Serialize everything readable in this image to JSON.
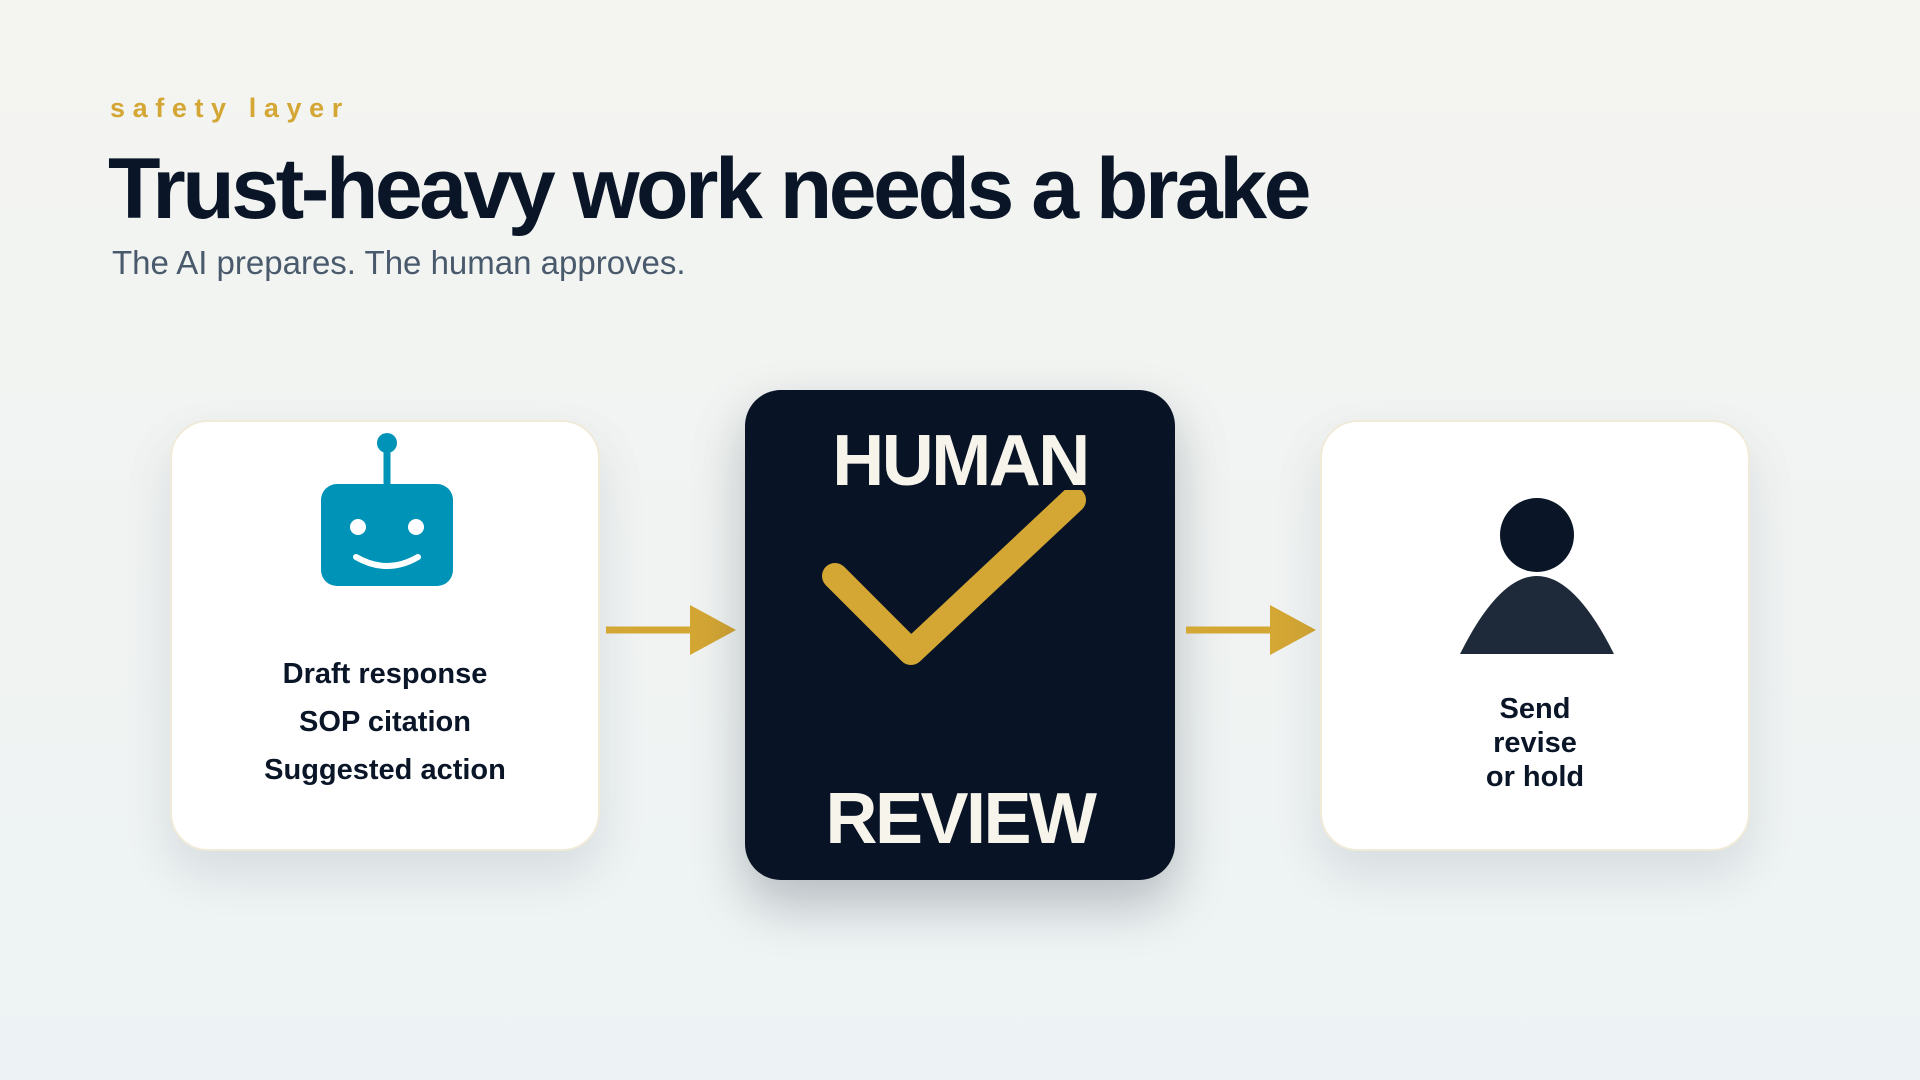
{
  "header": {
    "eyebrow": "safety layer",
    "title": "Trust-heavy work needs a brake",
    "subtitle": "The AI prepares. The human approves."
  },
  "ai_card": {
    "icon": "robot-icon",
    "lines": [
      "Draft response",
      "SOP citation",
      "Suggested action"
    ]
  },
  "review_card": {
    "top_label": "HUMAN",
    "bottom_label": "REVIEW",
    "icon": "checkmark-icon"
  },
  "human_card": {
    "icon": "person-icon",
    "lines": [
      "Send",
      "revise",
      "or hold"
    ]
  },
  "colors": {
    "accent": "#d4a634",
    "robot": "#0093b8",
    "dark": "#081426",
    "person": "#1e2a3a"
  }
}
